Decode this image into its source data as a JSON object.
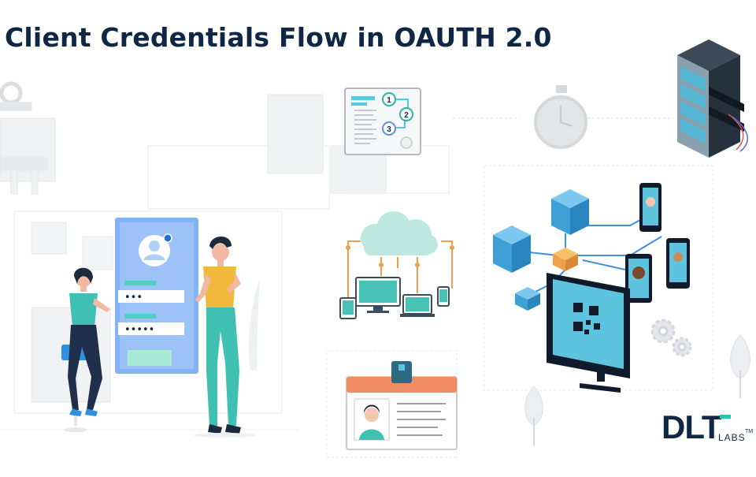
{
  "title": "Client Credentials Flow in OAUTH 2.0",
  "brand": {
    "main": "DLT",
    "sub": "LABS",
    "tm": "TM"
  },
  "flow_steps": [
    "1",
    "2",
    "3"
  ],
  "login_form": {
    "field1_mask": "•••",
    "field2_mask": "•••••"
  },
  "colors": {
    "navy": "#0f2745",
    "accent_blue": "#3f8ee0",
    "teal": "#2fc2b1",
    "orange": "#f0a04b",
    "panel_blue": "#84b3f5",
    "server_blue": "#3fa0d6"
  },
  "icons": [
    "user-avatar-icon",
    "cloud-icon",
    "stopwatch-icon",
    "server-rack-icon",
    "qr-code-icon",
    "gear-icon",
    "id-badge-icon",
    "smartphone-icon",
    "tablet-icon",
    "laptop-icon",
    "monitor-icon",
    "tree-icon"
  ]
}
